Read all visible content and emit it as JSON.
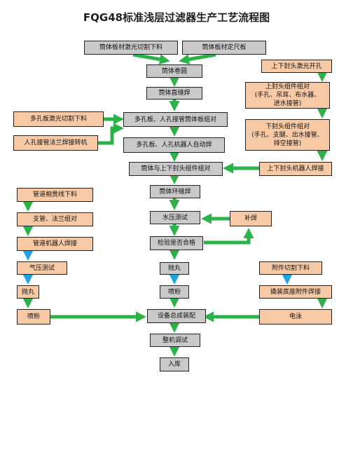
{
  "title": "FQG48标准浅层过滤器生产工艺流程图",
  "colors": {
    "process_box": "#c9c9c9",
    "side_box": "#f8c9a5",
    "green_arrow": "#2db24a",
    "blue_arrow": "#1ea4e4"
  },
  "main": {
    "laser_cut": "筒体板材激光切割下料",
    "fixed_size": "筒体板材定尺板",
    "rolling": "筒体卷圆",
    "straight_weld": "筒体直缝焊",
    "pair_assembly": "多孔板、人孔接管筒体板组对",
    "auto_weld": "多孔板、人孔机器人自动焊",
    "head_assembly": "筒体与上下封头组件组对",
    "circ_weld": "筒体环缝焊",
    "water_test": "水压测试",
    "inspection": "检验是否合格",
    "polishing": "抛丸",
    "powder_spray": "喷粉",
    "final_assembly": "设备总成装配",
    "machine_test": "整机调试",
    "warehouse": "入库"
  },
  "left": {
    "perforated_cut": "多孔板激光切割下料",
    "flange_weld": "人孔接管法兰焊接转机",
    "pipe_cut": "管道相贯线下料",
    "branch_flange": "支管、法兰组对",
    "pipe_robot_weld": "管道机器人焊接",
    "air_test": "气压测试",
    "pipe_polish": "抛丸",
    "pipe_spray": "喷粉"
  },
  "right": {
    "upper_head_laser": "上下封头激光开孔",
    "upper_head_assembly": "上封头组件组对\n(手孔、吊耳、布水器、\n进水接管)",
    "lower_head_assembly": "下封头组件组对\n(手孔、支腿、出水接管、\n排空接管)",
    "head_robot_weld": "上下封头机器人焊接",
    "repair_weld": "补焊",
    "accessory_cut": "附件切割下料",
    "base_weld": "撬装底座附件焊接",
    "electrophoresis": "电泳"
  }
}
